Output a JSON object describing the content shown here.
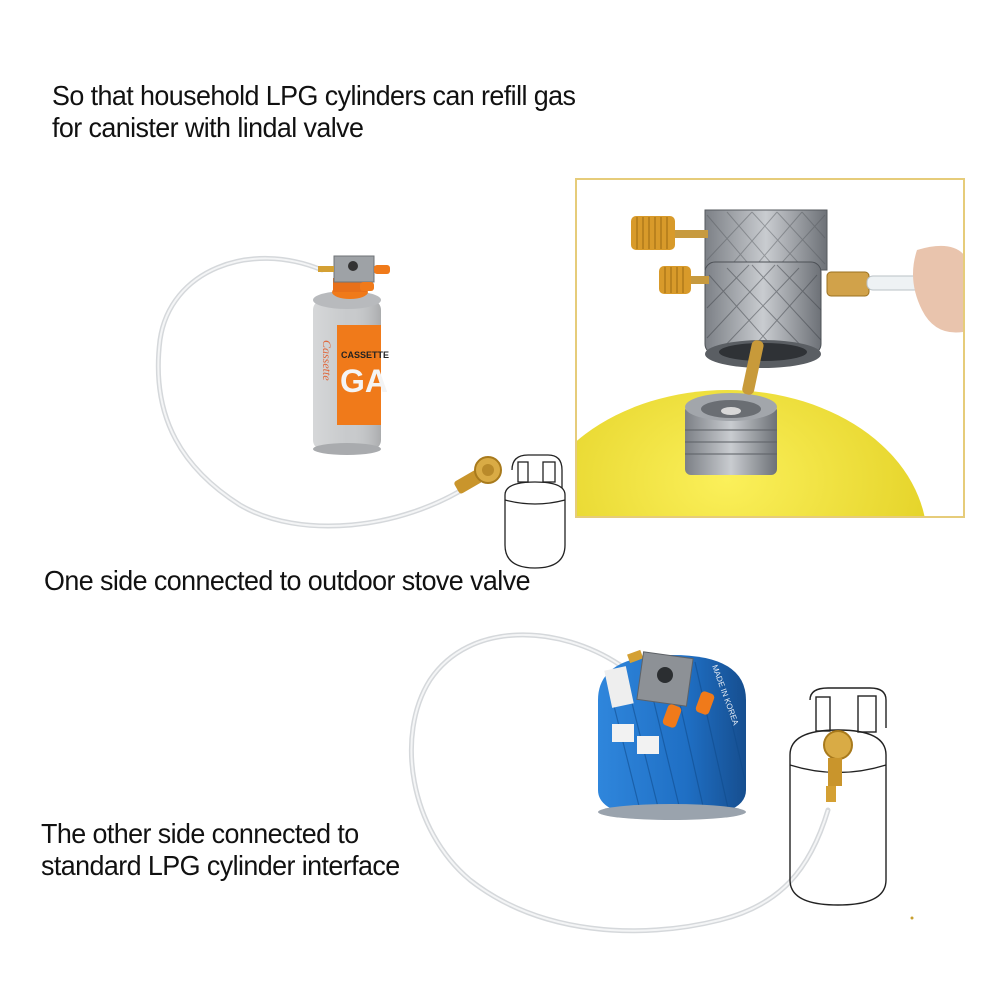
{
  "captions": {
    "top_line1": "So that household LPG cylinders can refill gas",
    "top_line2": "for canister with lindal valve",
    "middle": "One side connected to outdoor stove valve",
    "bottom_line1": "The other side connected to",
    "bottom_line2": "standard LPG cylinder interface"
  },
  "cassette_can": {
    "side_text": "Cassette",
    "label_top": "CASSETTE",
    "label_big": "GA"
  },
  "blue_canister": {
    "side_text": "MADE IN KOREA"
  },
  "colors": {
    "inset_border": "#e6cc7a",
    "brass": "#d4a033",
    "orange": "#f07a1a",
    "canister_blue": "#1f6fc4",
    "lpg_yellow": "#f2e21c",
    "hose": "#e2e4e6"
  }
}
